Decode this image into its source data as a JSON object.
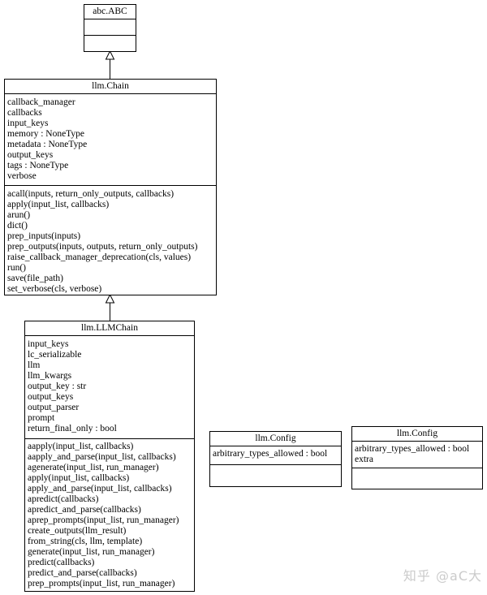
{
  "diagram": {
    "type": "uml-class-diagram",
    "colors": {
      "line": "#000000",
      "background": "#ffffff",
      "box_fill": "#ffffff",
      "text": "#000000",
      "watermark": "#cbcbcb"
    },
    "classes": [
      {
        "name": "abc.ABC",
        "attributes": [],
        "methods": []
      },
      {
        "name": "llm.Chain",
        "attributes": [
          "callback_manager",
          "callbacks",
          "input_keys",
          "memory : NoneType",
          "metadata : NoneType",
          "output_keys",
          "tags : NoneType",
          "verbose"
        ],
        "methods": [
          "acall(inputs, return_only_outputs, callbacks)",
          "apply(input_list, callbacks)",
          "arun()",
          "dict()",
          "prep_inputs(inputs)",
          "prep_outputs(inputs, outputs, return_only_outputs)",
          "raise_callback_manager_deprecation(cls, values)",
          "run()",
          "save(file_path)",
          "set_verbose(cls, verbose)"
        ]
      },
      {
        "name": "llm.LLMChain",
        "attributes": [
          "input_keys",
          "lc_serializable",
          "llm",
          "llm_kwargs",
          "output_key : str",
          "output_keys",
          "output_parser",
          "prompt",
          "return_final_only : bool"
        ],
        "methods": [
          "aapply(input_list, callbacks)",
          "aapply_and_parse(input_list, callbacks)",
          "agenerate(input_list, run_manager)",
          "apply(input_list, callbacks)",
          "apply_and_parse(input_list, callbacks)",
          "apredict(callbacks)",
          "apredict_and_parse(callbacks)",
          "aprep_prompts(input_list, run_manager)",
          "create_outputs(llm_result)",
          "from_string(cls, llm, template)",
          "generate(input_list, run_manager)",
          "predict(callbacks)",
          "predict_and_parse(callbacks)",
          "prep_prompts(input_list, run_manager)"
        ]
      },
      {
        "name": "llm.Config",
        "attributes": [
          "arbitrary_types_allowed : bool"
        ],
        "methods": []
      },
      {
        "name": "llm.Config",
        "attributes": [
          "arbitrary_types_allowed : bool",
          "extra"
        ],
        "methods": []
      }
    ],
    "relations": [
      {
        "type": "inheritance",
        "from": "llm.Chain",
        "to": "abc.ABC"
      },
      {
        "type": "inheritance",
        "from": "llm.LLMChain",
        "to": "llm.Chain"
      }
    ]
  },
  "watermark": {
    "text": "知乎 @aC大"
  }
}
